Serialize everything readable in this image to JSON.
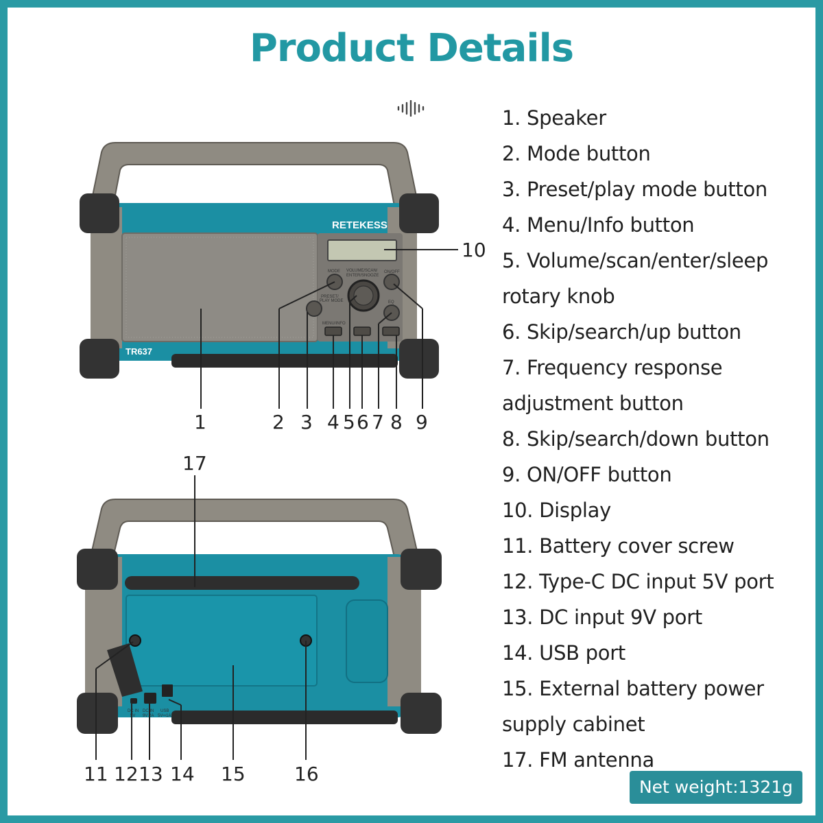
{
  "header": {
    "title": "Product Details"
  },
  "front_view": {
    "brand": "RETEKESS",
    "model": "TR637",
    "panel_labels": {
      "mode": "MODE",
      "volume_l1": "VOLUME/SCAN/",
      "volume_l2": "ENTER/SNOOZE",
      "onoff": "ON/OFF",
      "preset_l1": "PRESET/",
      "preset_l2": "PLAY MODE",
      "eq": "EQ",
      "menu": "MENU/INFO"
    },
    "callouts": [
      "1",
      "2",
      "3",
      "4",
      "5",
      "6",
      "7",
      "8",
      "9",
      "10"
    ]
  },
  "back_view": {
    "port_labels": {
      "typec_l1": "DC IN",
      "typec_l2": "5V",
      "dc_l1": "DC IN",
      "dc_l2": "9V 2A",
      "usb_l1": "USB",
      "usb_l2": "5V⎓1A"
    },
    "callouts": [
      "11",
      "12",
      "13",
      "14",
      "15",
      "16",
      "17"
    ]
  },
  "specs": [
    "1. Speaker",
    "2. Mode button",
    "3. Preset/play mode button",
    "4. Menu/Info button",
    "5. Volume/scan/enter/sleep",
    "rotary knob",
    "6. Skip/search/up button",
    "7. Frequency response",
    "adjustment button",
    "8. Skip/search/down button",
    "9. ON/OFF button",
    "10. Display",
    "11. Battery cover screw",
    "12. Type-C DC input  5V port",
    "13. DC input  9V port",
    "14. USB  port",
    "15. External battery power",
    "supply cabinet",
    "17. FM antenna"
  ],
  "footer": {
    "net_weight": "Net weight:1321g"
  },
  "icons": [
    "sound-wave-icon"
  ],
  "colors": {
    "accent": "#2298a3",
    "radio_body": "#1b8fa3",
    "frame": "#8e8a82",
    "bumper": "#333333"
  }
}
